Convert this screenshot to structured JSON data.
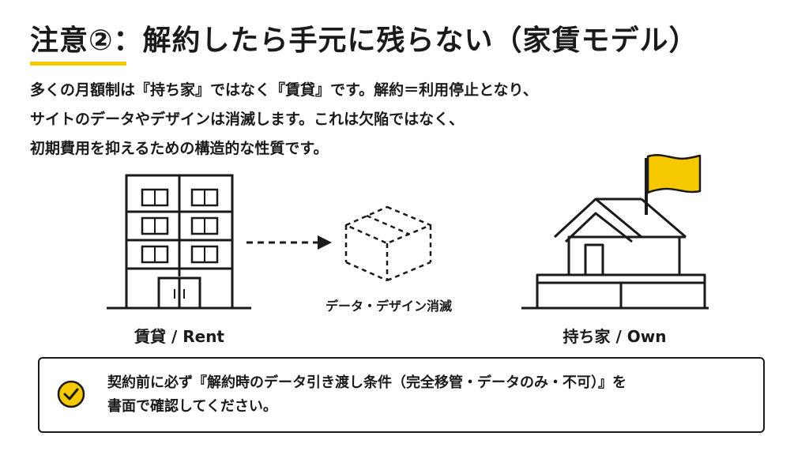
{
  "title": "注意②：解約したら手元に残らない（家賃モデル）",
  "body_lines": [
    "多くの月額制は『持ち家』ではなく『賃貸』です。解約＝利用停止となり、",
    "サイトのデータやデザインは消滅します。これは欠陥ではなく、",
    "初期費用を抑えるための構造的な性質です。"
  ],
  "diagram": {
    "rent_label": "賃貸 / Rent",
    "lost_label": "データ・デザイン消滅",
    "own_label": "持ち家 / Own"
  },
  "callout": {
    "lines": [
      "契約前に必ず『解約時のデータ引き渡し条件（完全移管・データのみ・不可）』を",
      "書面で確認してください。"
    ]
  },
  "colors": {
    "accent": "#f5c800",
    "text": "#1a1a1a",
    "background": "#ffffff"
  }
}
